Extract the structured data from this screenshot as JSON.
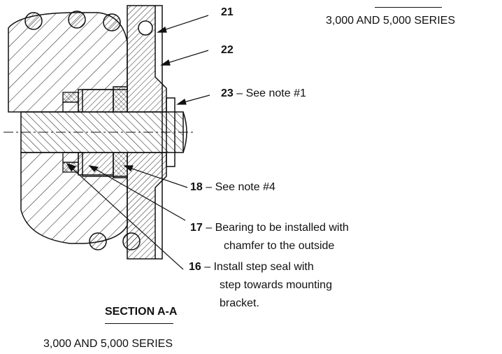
{
  "series_header": "3,000 AND 5,000 SERIES",
  "section_title": "SECTION A-A",
  "series_footer": "3,000 AND 5,000 SERIES",
  "callouts": [
    {
      "number": "21",
      "text": ""
    },
    {
      "number": "22",
      "text": ""
    },
    {
      "number": "23",
      "text": " – See note #1"
    },
    {
      "number": "18",
      "text": " – See note #4"
    },
    {
      "number": "17",
      "text": " – Bearing to be installed with",
      "continuation": [
        "chamfer to the outside"
      ]
    },
    {
      "number": "16",
      "text": " – Install step seal with",
      "continuation": [
        "step towards mounting",
        "bracket."
      ]
    }
  ]
}
